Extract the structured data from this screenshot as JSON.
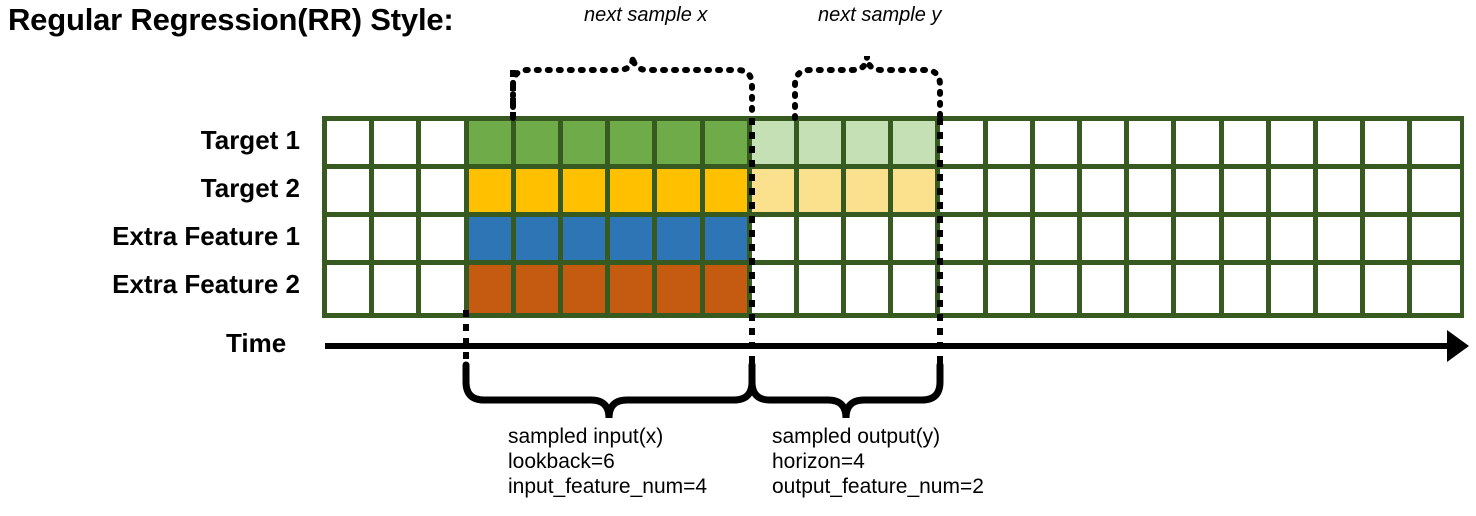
{
  "title": "Regular Regression(RR) Style:",
  "annotations": {
    "next_sample_x": "next sample x",
    "next_sample_y": "next sample y"
  },
  "rows": [
    {
      "label": "Target 1",
      "fill": "#6FAC49",
      "faded_fill": "#C5E0B4",
      "has_output": true
    },
    {
      "label": "Target 2",
      "fill": "#FFC000",
      "faded_fill": "#FBE08D",
      "has_output": true
    },
    {
      "label": "Extra Feature 1",
      "fill": "#2E75B6",
      "faded_fill": "#FFFFFF",
      "has_output": false
    },
    {
      "label": "Extra Feature 2",
      "fill": "#C55A11",
      "faded_fill": "#FFFFFF",
      "has_output": false
    }
  ],
  "grid": {
    "total_columns": 24,
    "leading_blank_columns": 3,
    "input_columns": 6,
    "output_columns": 4,
    "border_color": "#375A20",
    "empty_cell_color": "#FFFFFF"
  },
  "time_axis": {
    "label": "Time"
  },
  "captions": {
    "input": {
      "line1": "sampled input(x)",
      "line2": "lookback=6",
      "line3": "input_feature_num=4"
    },
    "output": {
      "line1": "sampled output(y)",
      "line2": "horizon=4",
      "line3": "output_feature_num=2"
    }
  },
  "chart_data": {
    "type": "table",
    "title": "Regular Regression(RR) Style:",
    "series": [
      {
        "name": "Target 1",
        "input_cells": 6,
        "output_cells": 4
      },
      {
        "name": "Target 2",
        "input_cells": 6,
        "output_cells": 4
      },
      {
        "name": "Extra Feature 1",
        "input_cells": 6,
        "output_cells": 0
      },
      {
        "name": "Extra Feature 2",
        "input_cells": 6,
        "output_cells": 0
      }
    ],
    "lookback": 6,
    "horizon": 4,
    "input_feature_num": 4,
    "output_feature_num": 2
  }
}
